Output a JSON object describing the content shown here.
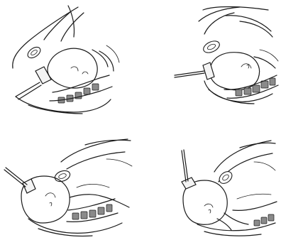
{
  "panels": [
    {
      "id": "top-left",
      "stage": 1
    },
    {
      "id": "top-right",
      "stage": 2
    },
    {
      "id": "bottom-left",
      "stage": 3
    },
    {
      "id": "bottom-right",
      "stage": 4
    }
  ],
  "colors": {
    "ink": "#1a1a1a",
    "paper": "#ffffff",
    "shade": "#8a8a8a"
  }
}
